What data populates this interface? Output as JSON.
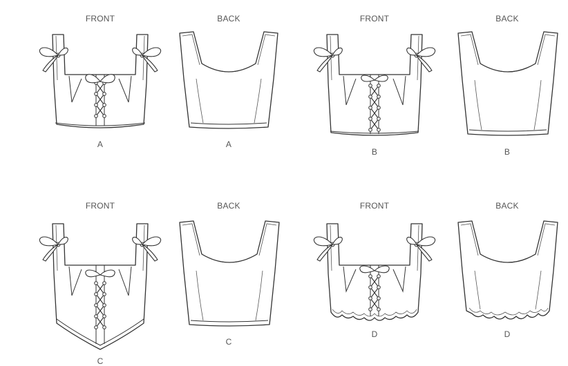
{
  "views": [
    {
      "id": "front-a",
      "label": "FRONT",
      "variant": "A",
      "kind": "front",
      "hem": "straight"
    },
    {
      "id": "back-a",
      "label": "BACK",
      "variant": "A",
      "kind": "back",
      "hem": "straight"
    },
    {
      "id": "front-b",
      "label": "FRONT",
      "variant": "B",
      "kind": "front",
      "hem": "straight-long"
    },
    {
      "id": "back-b",
      "label": "BACK",
      "variant": "B",
      "kind": "back",
      "hem": "straight-long"
    },
    {
      "id": "front-c",
      "label": "FRONT",
      "variant": "C",
      "kind": "front",
      "hem": "pointed"
    },
    {
      "id": "back-c",
      "label": "BACK",
      "variant": "C",
      "kind": "back",
      "hem": "straight-long"
    },
    {
      "id": "front-d",
      "label": "FRONT",
      "variant": "D",
      "kind": "front",
      "hem": "scalloped"
    },
    {
      "id": "back-d",
      "label": "BACK",
      "variant": "D",
      "kind": "back",
      "hem": "scalloped"
    }
  ],
  "colors": {
    "line": "#333333",
    "label": "#555555",
    "background": "#ffffff"
  },
  "icons": {
    "tie": "bow-tie-icon",
    "grommet": "grommet-icon",
    "lacing": "cross-lacing-icon"
  }
}
